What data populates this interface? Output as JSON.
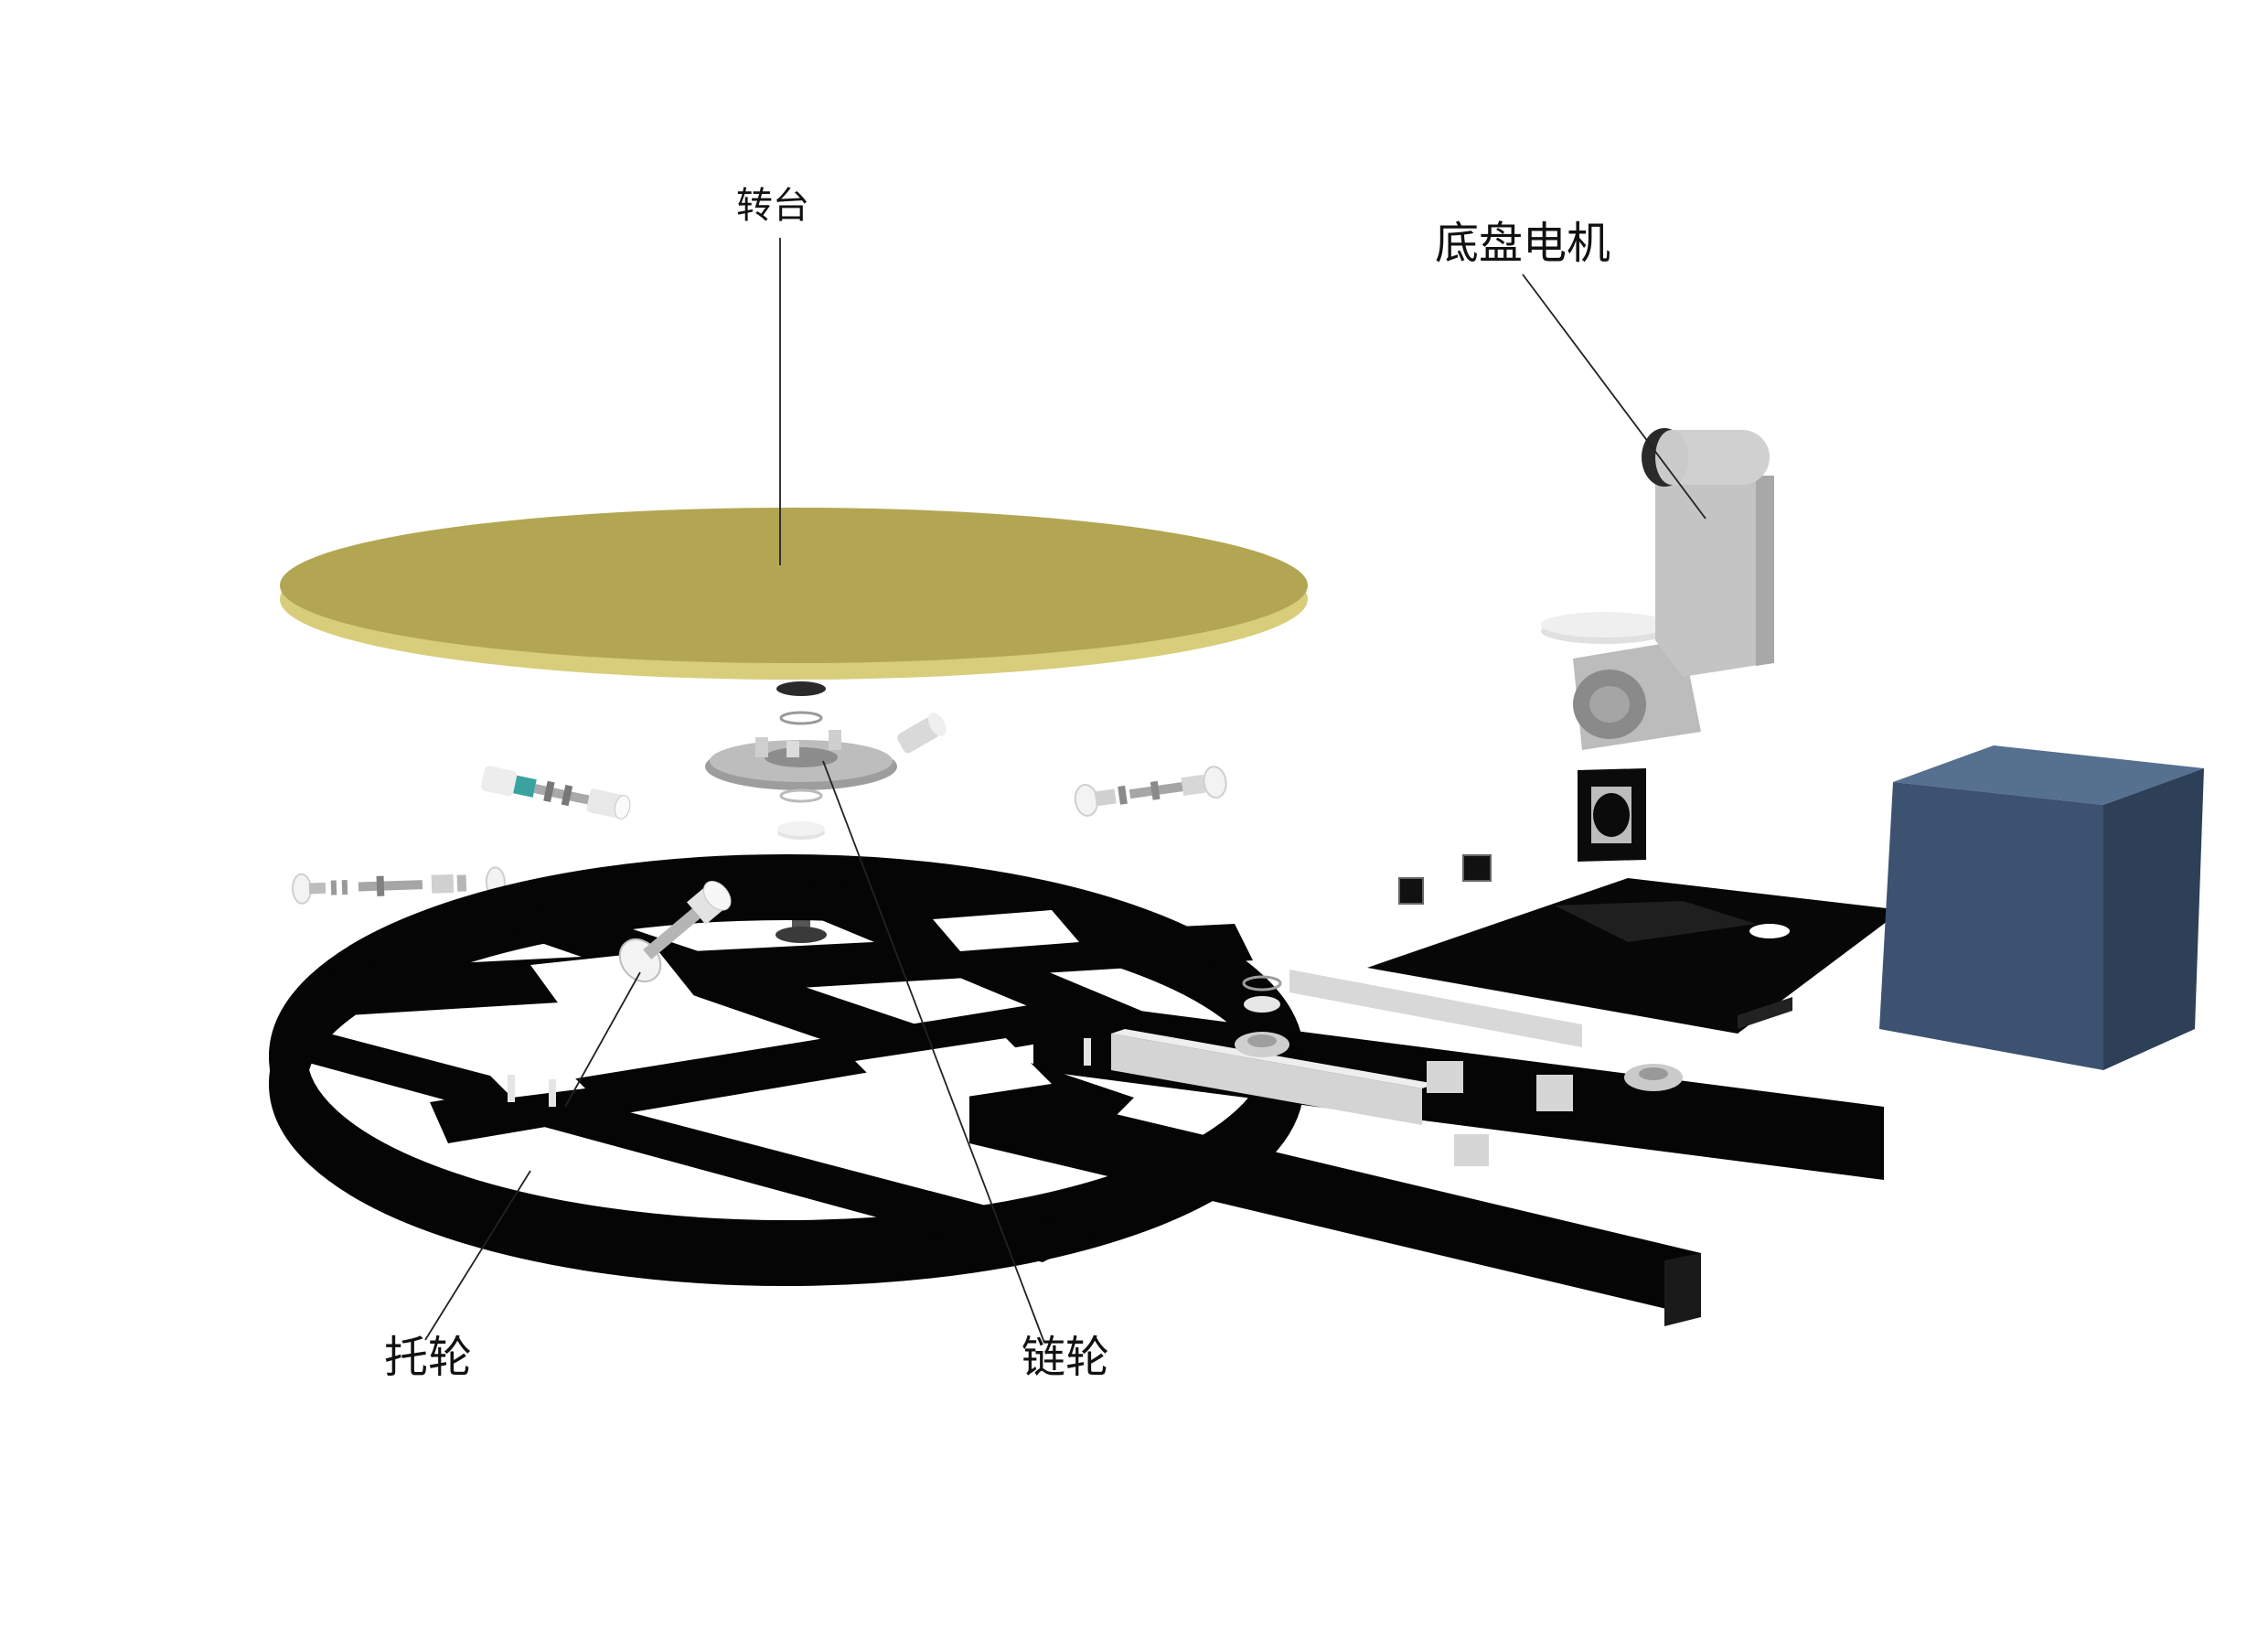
{
  "labels": {
    "turntable": "转台",
    "chassis_motor": "底盘电机",
    "support_wheel": "托轮",
    "sprocket": "链轮"
  },
  "colors": {
    "turntable_top": "#b3a653",
    "turntable_edge": "#d8cd7a",
    "frame": "#050505",
    "metal_light": "#e6e6e6",
    "metal_mid": "#bdbdbd",
    "metal_dark": "#8d8d8d",
    "teal_part": "#3aa3a0",
    "control_box_front": "#3c5270",
    "control_box_side": "#2e4058",
    "control_box_top": "#56708f"
  }
}
